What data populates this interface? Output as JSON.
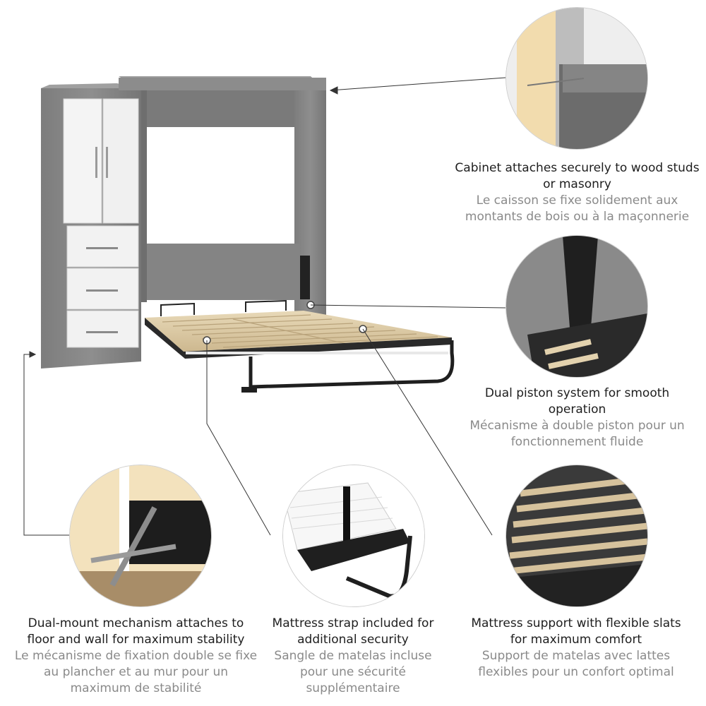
{
  "features": [
    {
      "id": "cabinet-attach",
      "en": "Cabinet attaches securely to wood studs or masonry",
      "fr": "Le caisson se fixe solidement aux montants de bois ou à la maçonnerie"
    },
    {
      "id": "dual-piston",
      "en": "Dual piston system for smooth operation",
      "fr": "Mécanisme à double piston pour un fonctionnement fluide"
    },
    {
      "id": "dual-mount",
      "en": "Dual-mount mechanism attaches to floor and wall for maximum stability",
      "fr": "Le mécanisme de fixation double se fixe au plancher et au mur pour un maximum de stabilité"
    },
    {
      "id": "mattress-strap",
      "en": "Mattress strap included for additional security",
      "fr": "Sangle de matelas incluse pour une sécurité supplémentaire"
    },
    {
      "id": "flexible-slats",
      "en": "Mattress support with flexible slats for maximum comfort",
      "fr": "Support de matelas avec lattes flexibles pour un confort optimal"
    }
  ]
}
